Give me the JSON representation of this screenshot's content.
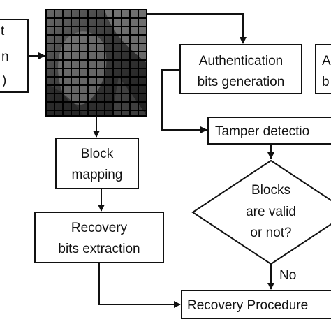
{
  "nodes": {
    "input_partial": {
      "line1": "t",
      "line2": "n",
      "line3": ")"
    },
    "block_mapping": {
      "line1": "Block",
      "line2": "mapping"
    },
    "recovery_bits_extraction": {
      "line1": "Recovery",
      "line2": "bits extraction"
    },
    "auth_bits_generation": {
      "line1": "Authentication",
      "line2": "bits generation"
    },
    "auth_partial": {
      "line1": "A",
      "line2": "b"
    },
    "tamper_detection": {
      "label": "Tamper detectio"
    },
    "decision": {
      "line1": "Blocks",
      "line2": "are valid",
      "line3": "or not?"
    },
    "recovery_procedure": {
      "label": "Recovery Procedure"
    }
  },
  "edges": {
    "no_label": "No"
  }
}
